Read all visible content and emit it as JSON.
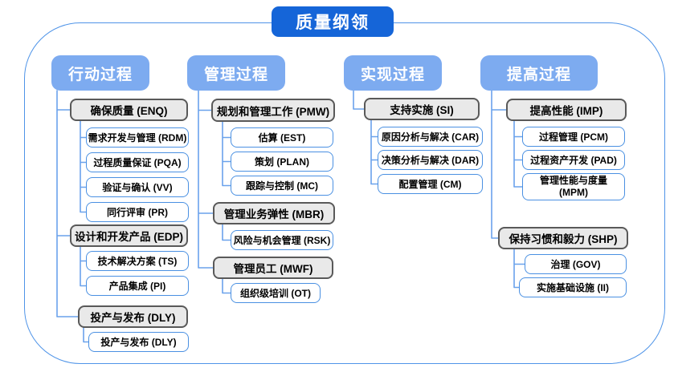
{
  "title": "质量纲领",
  "colors": {
    "title_bg": "#1565d8",
    "header_bg": "#7dabf0",
    "connector": "#6aa2ec",
    "frame_border": "#4f94e8",
    "gray_fill": "#e9e9e9",
    "gray_border": "#595959",
    "white_border": "#4a90e2"
  },
  "columns": [
    {
      "header": "行动过程",
      "groups": [
        {
          "label": "确保质量 (ENQ)",
          "children": [
            "需求开发与管理 (RDM)",
            "过程质量保证 (PQA)",
            "验证与确认 (VV)",
            "同行评审 (PR)"
          ]
        },
        {
          "label": "设计和开发产品 (EDP)",
          "children": [
            "技术解决方案 (TS)",
            "产品集成 (PI)"
          ]
        },
        {
          "label": "投产与发布 (DLY)",
          "children": [
            "投产与发布 (DLY)"
          ]
        }
      ]
    },
    {
      "header": "管理过程",
      "groups": [
        {
          "label": "规划和管理工作 (PMW)",
          "children": [
            "估算 (EST)",
            "策划 (PLAN)",
            "跟踪与控制 (MC)"
          ]
        },
        {
          "label": "管理业务弹性 (MBR)",
          "children": [
            "风险与机会管理 (RSK)"
          ]
        },
        {
          "label": "管理员工 (MWF)",
          "children": [
            "组织级培训 (OT)"
          ]
        }
      ]
    },
    {
      "header": "实现过程",
      "groups": [
        {
          "label": "支持实施 (SI)",
          "children": [
            "原因分析与解决 (CAR)",
            "决策分析与解决 (DAR)",
            "配置管理 (CM)"
          ]
        }
      ]
    },
    {
      "header": "提高过程",
      "groups": [
        {
          "label": "提高性能 (IMP)",
          "children": [
            "过程管理 (PCM)",
            "过程资产开发 (PAD)",
            "管理性能与度量\n(MPM)"
          ]
        },
        {
          "label": "保持习惯和毅力 (SHP)",
          "children": [
            "治理 (GOV)",
            "实施基础设施 (II)"
          ]
        }
      ]
    }
  ]
}
